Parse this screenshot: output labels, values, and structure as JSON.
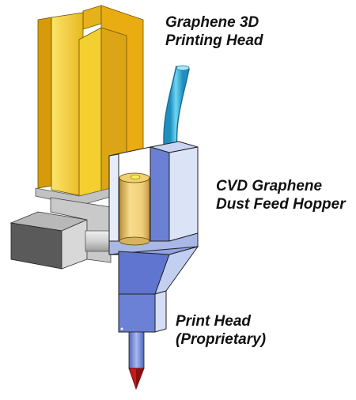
{
  "labels": {
    "title": [
      "Graphene 3D",
      "Printing Head"
    ],
    "hopper": [
      "CVD Graphene",
      "Dust Feed Hopper"
    ],
    "print_head": [
      "Print Head",
      "(Proprietary)"
    ]
  },
  "colors": {
    "heatsink_front": "#f5d63a",
    "heatsink_side": "#d9a10f",
    "motor_dark": "#555555",
    "hopper_blue": "#6f86d8",
    "hopper_light": "#d6e0f5",
    "filament_tube": "#38b8dc",
    "feed_cylinder": "#f2d27c",
    "nozzle_tip": "#c21a1a"
  }
}
